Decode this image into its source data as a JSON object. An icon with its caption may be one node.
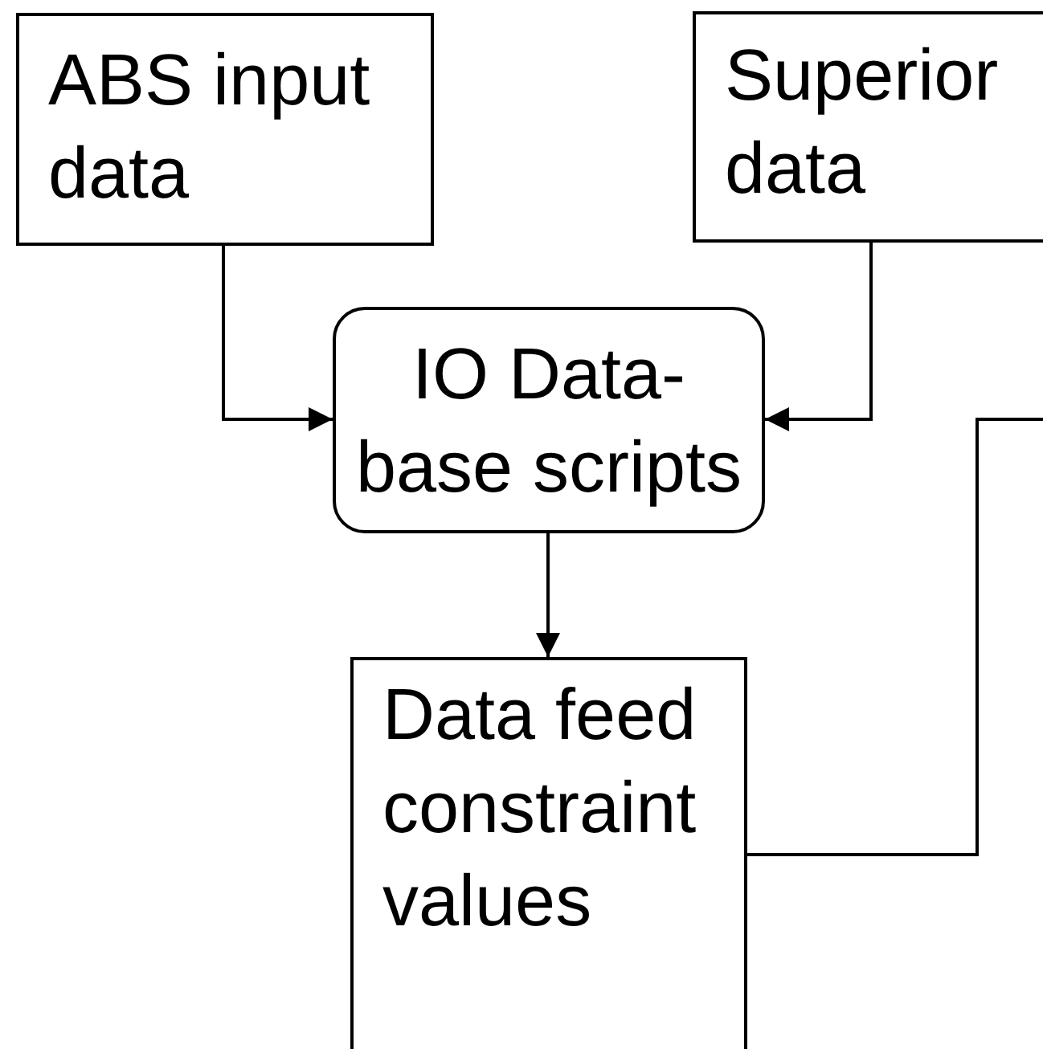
{
  "diagram": {
    "nodes": [
      {
        "text": [
          "ABS input data"
        ]
      },
      {
        "text": [
          "Superior data"
        ]
      },
      {
        "text": [
          "IO Data-base scripts"
        ]
      },
      {
        "text": [
          "Data feed constraint values"
        ]
      }
    ],
    "edges": [
      {
        "from": 0,
        "to": 2,
        "arrow": "to"
      },
      {
        "from": 1,
        "to": 2,
        "arrow": "to"
      },
      {
        "from": 2,
        "to": 3,
        "arrow": "to"
      },
      {
        "from": 3,
        "to": null,
        "arrow": "none"
      }
    ]
  }
}
